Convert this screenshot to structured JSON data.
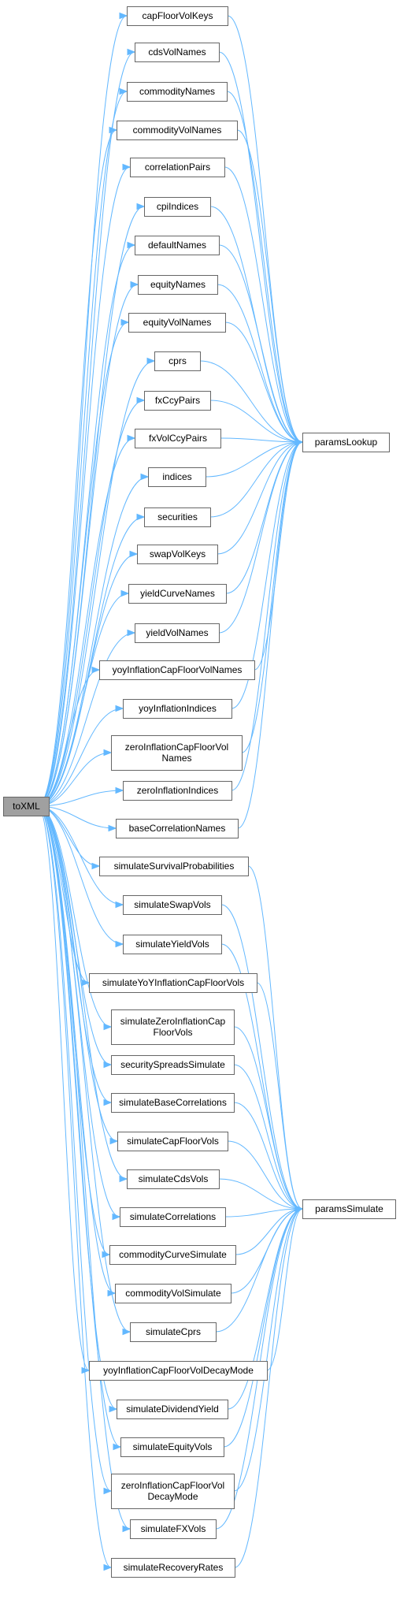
{
  "diagram": {
    "root": {
      "id": "toXML",
      "label": "toXML"
    },
    "targets": [
      {
        "id": "paramsLookup",
        "label": "paramsLookup"
      },
      {
        "id": "paramsSimulate",
        "label": "paramsSimulate"
      }
    ],
    "nodes": [
      {
        "id": "capFloorVolKeys",
        "lines": [
          "capFloorVolKeys"
        ],
        "target": "paramsLookup"
      },
      {
        "id": "cdsVolNames",
        "lines": [
          "cdsVolNames"
        ],
        "target": "paramsLookup"
      },
      {
        "id": "commodityNames",
        "lines": [
          "commodityNames"
        ],
        "target": "paramsLookup"
      },
      {
        "id": "commodityVolNames",
        "lines": [
          "commodityVolNames"
        ],
        "target": "paramsLookup"
      },
      {
        "id": "correlationPairs",
        "lines": [
          "correlationPairs"
        ],
        "target": "paramsLookup"
      },
      {
        "id": "cpiIndices",
        "lines": [
          "cpiIndices"
        ],
        "target": "paramsLookup"
      },
      {
        "id": "defaultNames",
        "lines": [
          "defaultNames"
        ],
        "target": "paramsLookup"
      },
      {
        "id": "equityNames",
        "lines": [
          "equityNames"
        ],
        "target": "paramsLookup"
      },
      {
        "id": "equityVolNames",
        "lines": [
          "equityVolNames"
        ],
        "target": "paramsLookup"
      },
      {
        "id": "cprs",
        "lines": [
          "cprs"
        ],
        "target": "paramsLookup"
      },
      {
        "id": "fxCcyPairs",
        "lines": [
          "fxCcyPairs"
        ],
        "target": "paramsLookup"
      },
      {
        "id": "fxVolCcyPairs",
        "lines": [
          "fxVolCcyPairs"
        ],
        "target": "paramsLookup"
      },
      {
        "id": "indices",
        "lines": [
          "indices"
        ],
        "target": "paramsLookup"
      },
      {
        "id": "securities",
        "lines": [
          "securities"
        ],
        "target": "paramsLookup"
      },
      {
        "id": "swapVolKeys",
        "lines": [
          "swapVolKeys"
        ],
        "target": "paramsLookup"
      },
      {
        "id": "yieldCurveNames",
        "lines": [
          "yieldCurveNames"
        ],
        "target": "paramsLookup"
      },
      {
        "id": "yieldVolNames",
        "lines": [
          "yieldVolNames"
        ],
        "target": "paramsLookup"
      },
      {
        "id": "yoyInflationCapFloorVolNames",
        "lines": [
          "yoyInflationCapFloorVolNames"
        ],
        "target": "paramsLookup"
      },
      {
        "id": "yoyInflationIndices",
        "lines": [
          "yoyInflationIndices"
        ],
        "target": "paramsLookup"
      },
      {
        "id": "zeroInflationCapFloorVolNames",
        "lines": [
          "zeroInflationCapFloorVol",
          "Names"
        ],
        "target": "paramsLookup"
      },
      {
        "id": "zeroInflationIndices",
        "lines": [
          "zeroInflationIndices"
        ],
        "target": "paramsLookup"
      },
      {
        "id": "baseCorrelationNames",
        "lines": [
          "baseCorrelationNames"
        ],
        "target": "paramsLookup"
      },
      {
        "id": "simulateSurvivalProbabilities",
        "lines": [
          "simulateSurvivalProbabilities"
        ],
        "target": "paramsSimulate"
      },
      {
        "id": "simulateSwapVols",
        "lines": [
          "simulateSwapVols"
        ],
        "target": "paramsSimulate"
      },
      {
        "id": "simulateYieldVols",
        "lines": [
          "simulateYieldVols"
        ],
        "target": "paramsSimulate"
      },
      {
        "id": "simulateYoYInflationCapFloorVols",
        "lines": [
          "simulateYoYInflationCapFloorVols"
        ],
        "target": "paramsSimulate"
      },
      {
        "id": "simulateZeroInflationCapFloorVols",
        "lines": [
          "simulateZeroInflationCap",
          "FloorVols"
        ],
        "target": "paramsSimulate"
      },
      {
        "id": "securitySpreadsSimulate",
        "lines": [
          "securitySpreadsSimulate"
        ],
        "target": "paramsSimulate"
      },
      {
        "id": "simulateBaseCorrelations",
        "lines": [
          "simulateBaseCorrelations"
        ],
        "target": "paramsSimulate"
      },
      {
        "id": "simulateCapFloorVols",
        "lines": [
          "simulateCapFloorVols"
        ],
        "target": "paramsSimulate"
      },
      {
        "id": "simulateCdsVols",
        "lines": [
          "simulateCdsVols"
        ],
        "target": "paramsSimulate"
      },
      {
        "id": "simulateCorrelations",
        "lines": [
          "simulateCorrelations"
        ],
        "target": "paramsSimulate"
      },
      {
        "id": "commodityCurveSimulate",
        "lines": [
          "commodityCurveSimulate"
        ],
        "target": "paramsSimulate"
      },
      {
        "id": "commodityVolSimulate",
        "lines": [
          "commodityVolSimulate"
        ],
        "target": "paramsSimulate"
      },
      {
        "id": "simulateCprs",
        "lines": [
          "simulateCprs"
        ],
        "target": "paramsSimulate"
      },
      {
        "id": "yoyInflationCapFloorVolDecayMode",
        "lines": [
          "yoyInflationCapFloorVolDecayMode"
        ],
        "target": "paramsSimulate"
      },
      {
        "id": "simulateDividendYield",
        "lines": [
          "simulateDividendYield"
        ],
        "target": "paramsSimulate"
      },
      {
        "id": "simulateEquityVols",
        "lines": [
          "simulateEquityVols"
        ],
        "target": "paramsSimulate"
      },
      {
        "id": "zeroInflationCapFloorVolDecayMode",
        "lines": [
          "zeroInflationCapFloorVol",
          "DecayMode"
        ],
        "target": "paramsSimulate"
      },
      {
        "id": "simulateFXVols",
        "lines": [
          "simulateFXVols"
        ],
        "target": "paramsSimulate"
      },
      {
        "id": "simulateRecoveryRates",
        "lines": [
          "simulateRecoveryRates"
        ],
        "target": "paramsSimulate"
      }
    ]
  }
}
